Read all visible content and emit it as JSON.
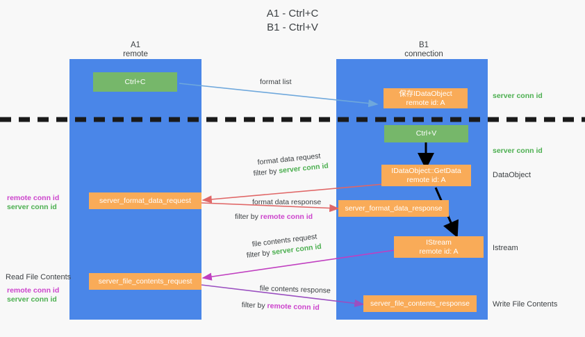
{
  "title": {
    "line1": "A1 - Ctrl+C",
    "line2": "B1 - Ctrl+V"
  },
  "columns": [
    {
      "name": "A1",
      "sub": "remote"
    },
    {
      "name": "B1",
      "sub": "connection"
    }
  ],
  "colors": {
    "lane": "#4a86e8",
    "green_box": "#76b76a",
    "orange_box": "#f9ab58",
    "accent_green_text": "#4caf50",
    "accent_magenta_text": "#cc44cc",
    "divider": "#1a1a1a",
    "arrow_blue": "#6fa8dc",
    "arrow_red": "#e06666",
    "arrow_magenta": "#c03fc0",
    "arrow_purple": "#9a4fc0",
    "arrow_black": "#000000",
    "background": "#f8f8f8"
  },
  "boxes": {
    "ctrl_c": {
      "line1": "Ctrl+C",
      "line2": ""
    },
    "ctrl_v": {
      "line1": "Ctrl+V",
      "line2": ""
    },
    "save_dataobject": {
      "line1": "保存IDataObject",
      "line2": "remote id: A"
    },
    "getdata": {
      "line1": "IDataObject::GetData",
      "line2": "remote id: A"
    },
    "istream": {
      "line1": "IStream",
      "line2": "remote id: A"
    },
    "format_data_request": {
      "line1": "server_format_data_request",
      "line2": ""
    },
    "format_data_response": {
      "line1": "server_format_data_response",
      "line2": ""
    },
    "file_contents_request": {
      "line1": "server_file_contents_request",
      "line2": ""
    },
    "file_contents_response": {
      "line1": "server_file_contents_response",
      "line2": ""
    }
  },
  "flow_labels": {
    "format_list": "format list",
    "format_data_request": "format data request",
    "format_data_request_filter_prefix": "filter by ",
    "format_data_request_filter_value": "server conn id",
    "format_data_response": "format data response",
    "format_data_response_filter_prefix": "filter by ",
    "format_data_response_filter_value": "remote conn id",
    "file_contents_request": "file contents request",
    "file_contents_request_filter_prefix": "filter by ",
    "file_contents_request_filter_value": "server conn id",
    "file_contents_response": "file contents response",
    "file_contents_response_filter_prefix": "filter by ",
    "file_contents_response_filter_value": "remote conn id"
  },
  "right_labels": {
    "server_conn_id_top": "server conn id",
    "server_conn_id_mid": "server conn id",
    "dataobject": "DataObject",
    "istream": "Istream",
    "write_file_contents": "Write File Contents"
  },
  "left_labels": {
    "remote_conn_id_mid": "remote conn id",
    "server_conn_id_mid": "server conn id",
    "read_file_contents": "Read File Contents",
    "remote_conn_id_bottom": "remote conn id",
    "server_conn_id_bottom": "server conn id"
  }
}
